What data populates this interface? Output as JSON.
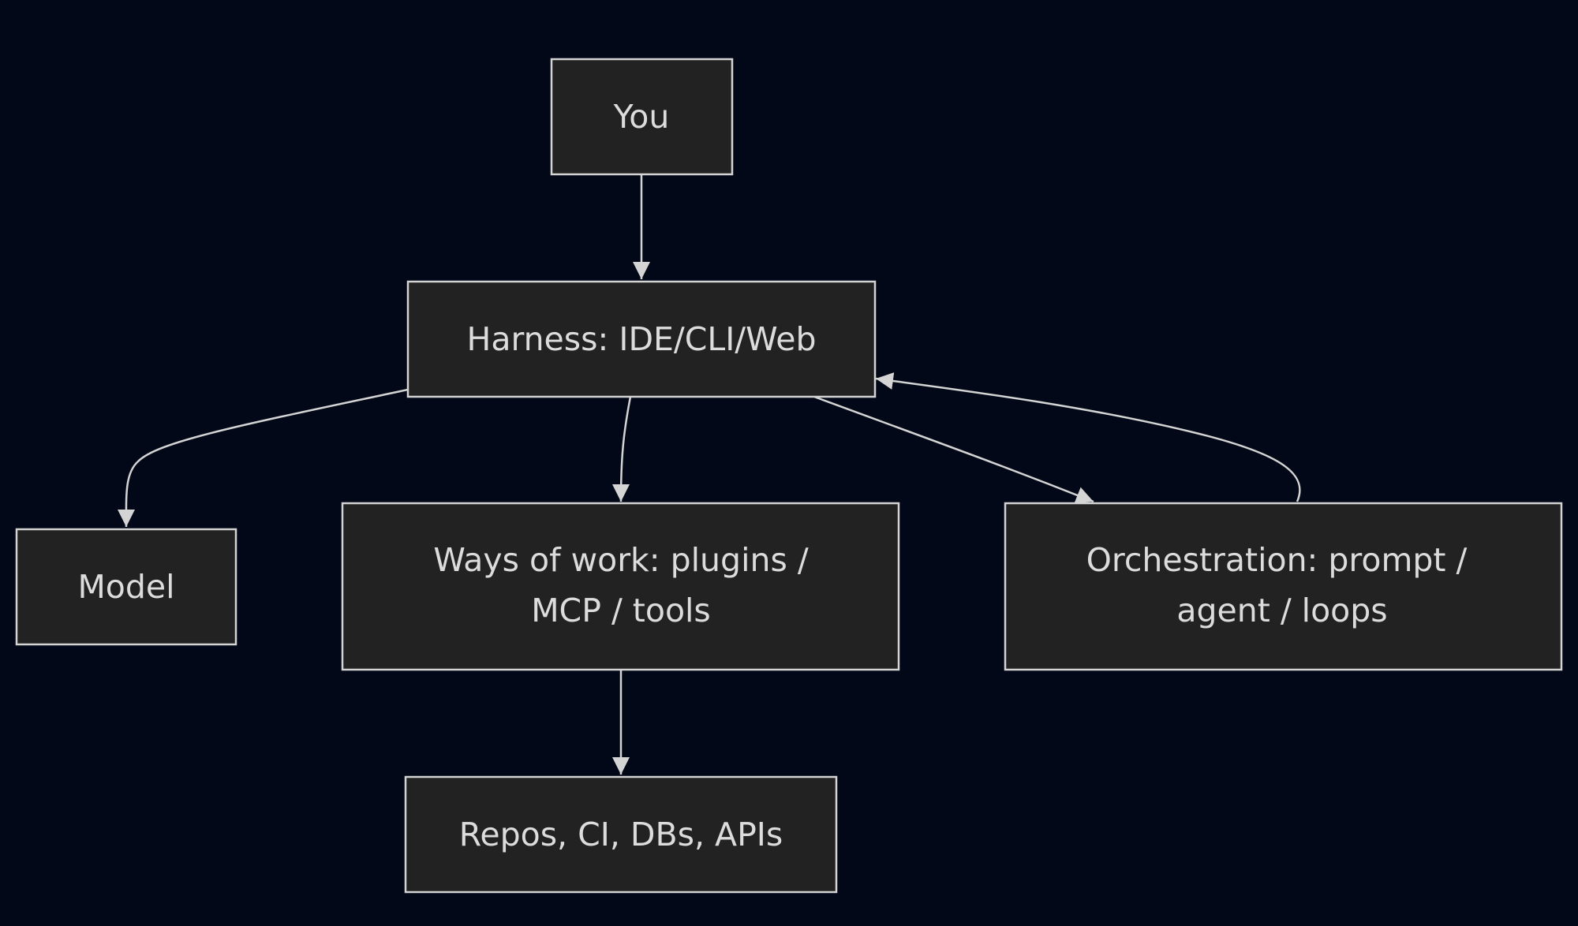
{
  "diagram": {
    "nodes": {
      "you": {
        "label": "You"
      },
      "harness": {
        "label": "Harness: IDE/CLI/Web"
      },
      "model": {
        "label": "Model"
      },
      "ways": {
        "line1": "Ways of work: plugins /",
        "line2": "MCP / tools"
      },
      "orchestration": {
        "line1": "Orchestration: prompt /",
        "line2": "agent / loops"
      },
      "repos": {
        "label": "Repos, CI, DBs, APIs"
      }
    },
    "edges": [
      {
        "from": "You",
        "to": "Harness: IDE/CLI/Web"
      },
      {
        "from": "Harness: IDE/CLI/Web",
        "to": "Model"
      },
      {
        "from": "Harness: IDE/CLI/Web",
        "to": "Ways of work: plugins / MCP / tools"
      },
      {
        "from": "Harness: IDE/CLI/Web",
        "to": "Orchestration: prompt / agent / loops"
      },
      {
        "from": "Orchestration: prompt / agent / loops",
        "to": "Harness: IDE/CLI/Web"
      },
      {
        "from": "Ways of work: plugins / MCP / tools",
        "to": "Repos, CI, DBs, APIs"
      }
    ],
    "colors": {
      "background": "#020817",
      "node_fill": "#222222",
      "stroke": "#d4d4d4",
      "text": "#dcdcdc"
    }
  }
}
